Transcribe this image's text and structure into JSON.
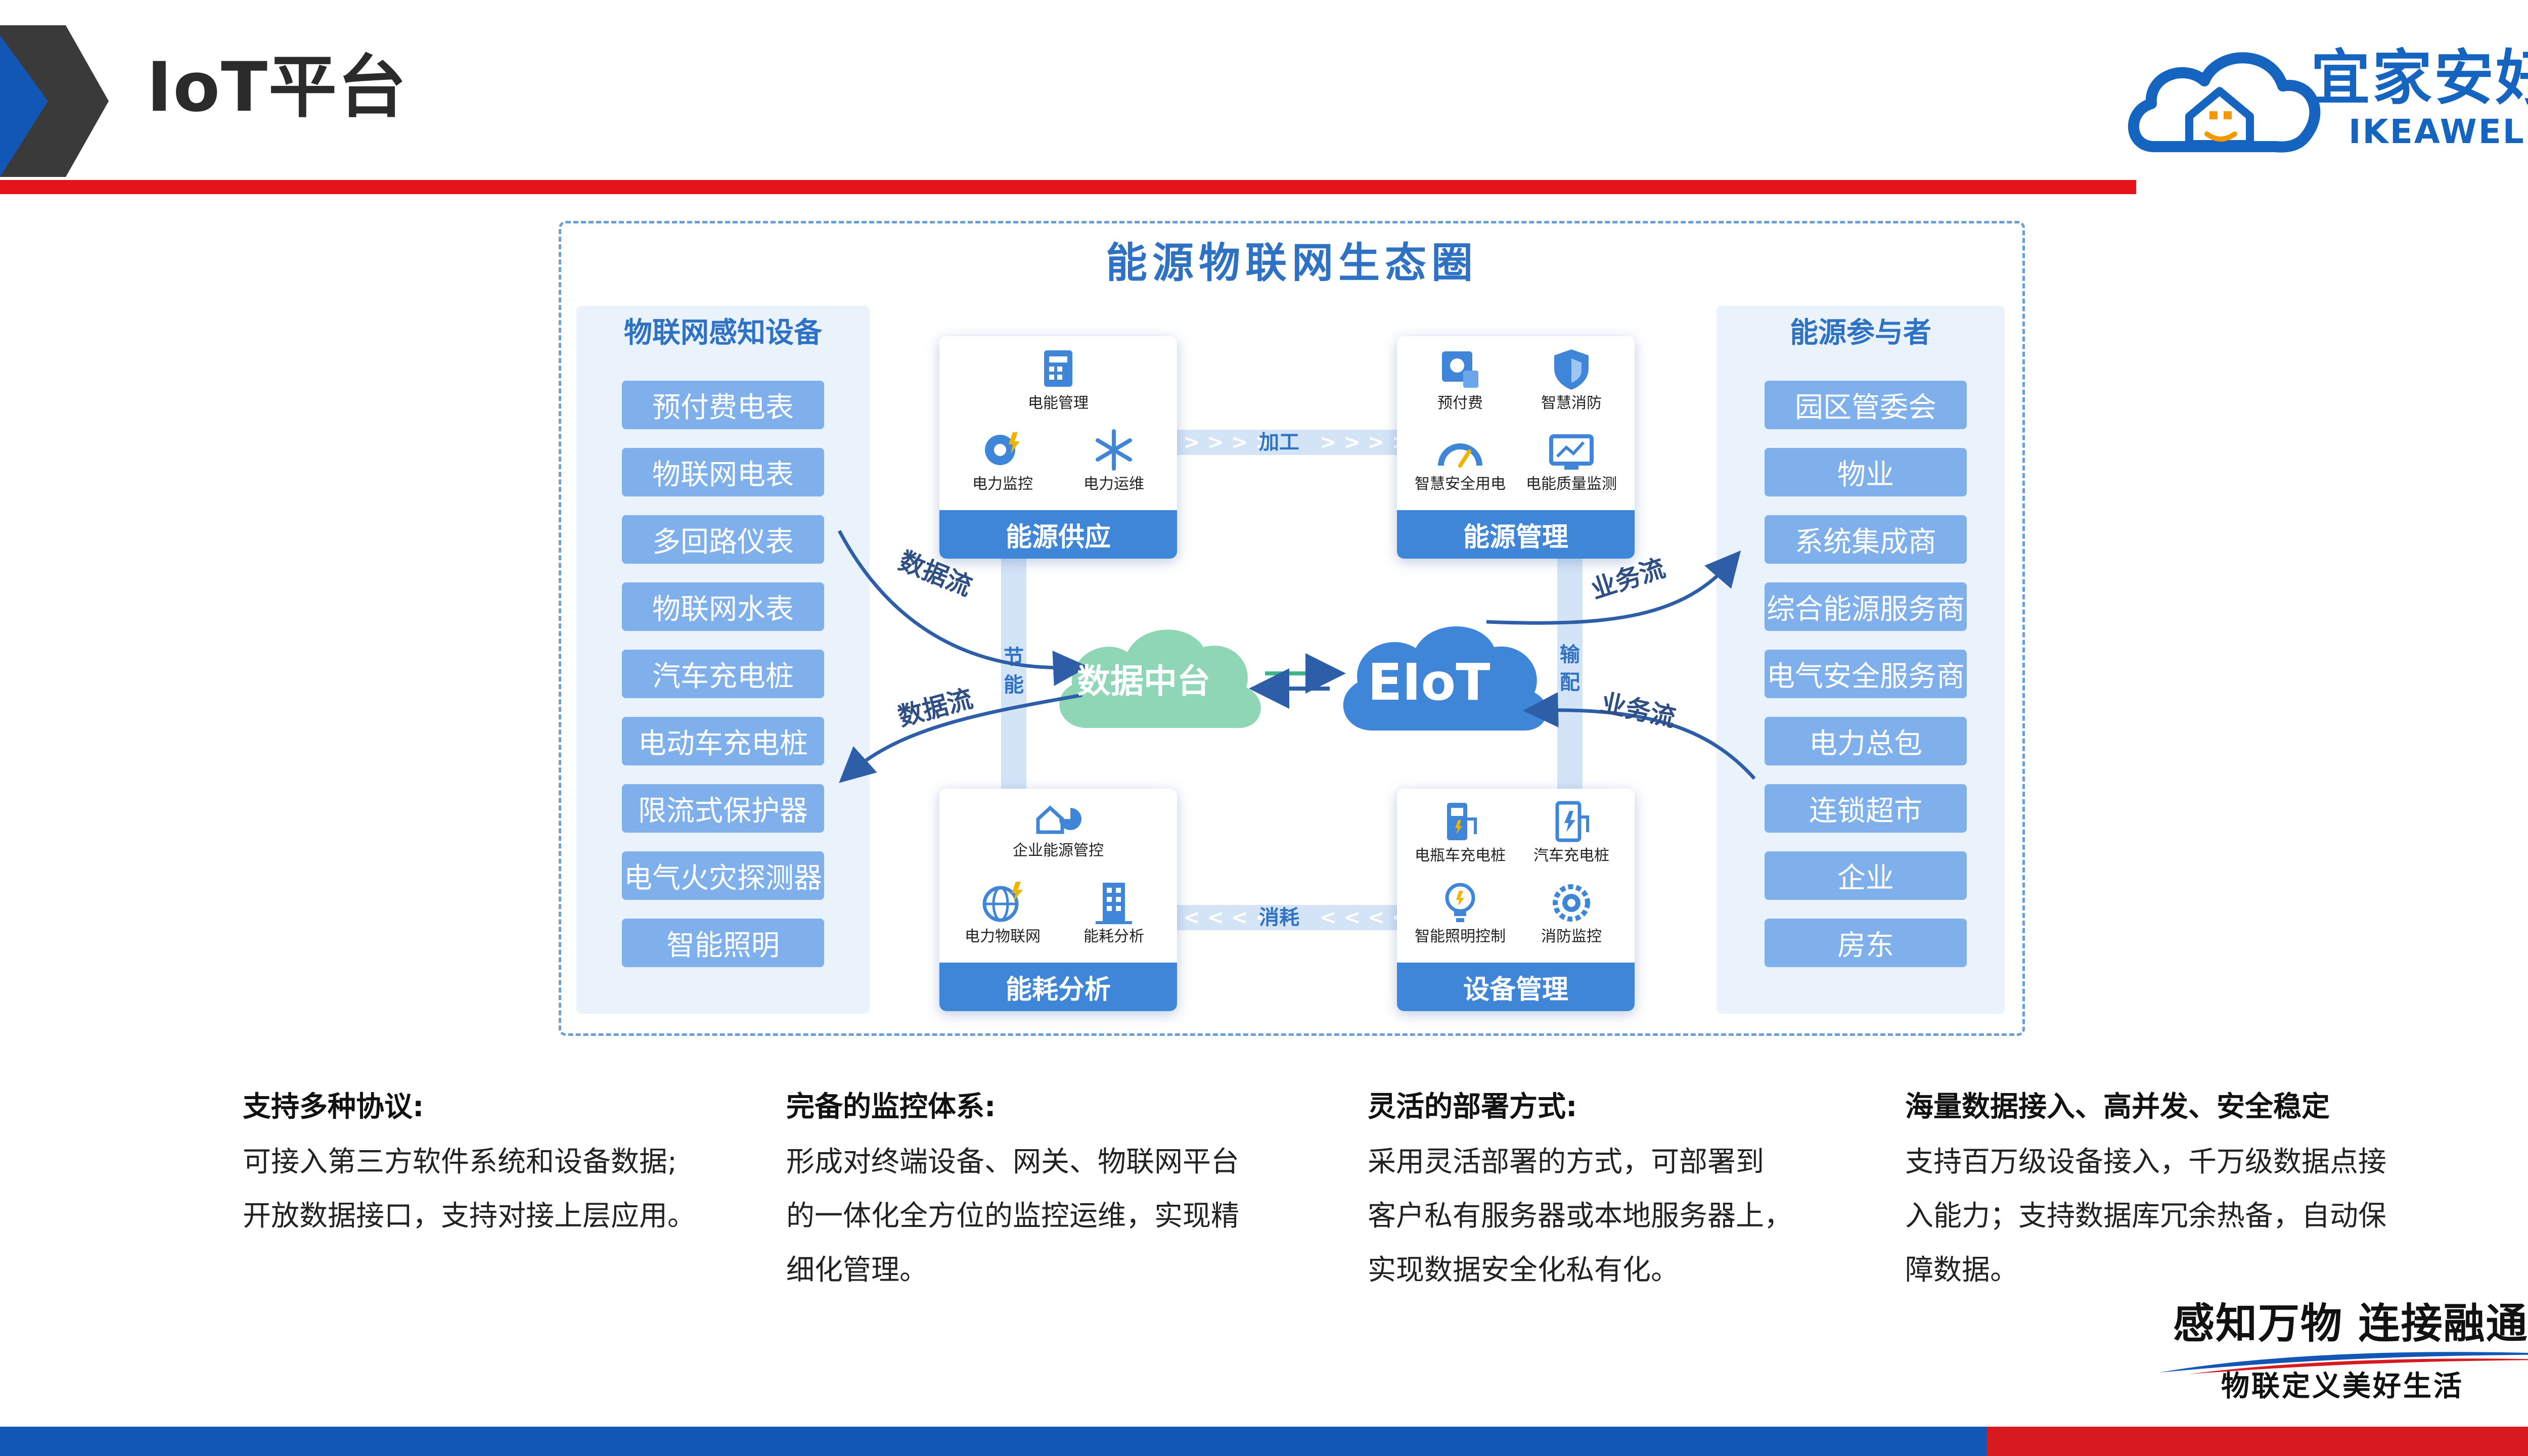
{
  "header": {
    "title": "IoT平台",
    "brand_cn": "宜家安好",
    "brand_en": "IKEAWELL"
  },
  "diagram": {
    "title": "能源物联网生态圈",
    "left_panel": {
      "title": "物联网感知设备",
      "items": [
        "预付费电表",
        "物联网电表",
        "多回路仪表",
        "物联网水表",
        "汽车充电桩",
        "电动车充电桩",
        "限流式保护器",
        "电气火灾探测器",
        "智能照明"
      ]
    },
    "right_panel": {
      "title": "能源参与者",
      "items": [
        "园区管委会",
        "物业",
        "系统集成商",
        "综合能源服务商",
        "电气安全服务商",
        "电力总包",
        "连锁超市",
        "企业",
        "房东"
      ]
    },
    "cards": {
      "supply": {
        "title": "能源供应",
        "items": [
          "电能管理",
          "电力监控",
          "电力运维"
        ]
      },
      "management": {
        "title": "能源管理",
        "items": [
          "预付费",
          "智慧消防",
          "智慧安全用电",
          "电能质量监测"
        ]
      },
      "analysis": {
        "title": "能耗分析",
        "items": [
          "企业能源管控",
          "电力物联网",
          "能耗分析"
        ]
      },
      "device": {
        "title": "设备管理",
        "items": [
          "电瓶车充电桩",
          "汽车充电桩",
          "智能照明控制",
          "消防监控"
        ]
      }
    },
    "bands": {
      "top": "加工",
      "bottom": "消耗",
      "left": [
        "节",
        "能"
      ],
      "right": [
        "输",
        "配"
      ]
    },
    "center": {
      "data_hub": "数据中台",
      "eiot": "EIoT"
    },
    "flows": {
      "data_in": "数据流",
      "data_out": "数据流",
      "business_out": "业务流",
      "business_in": "业务流"
    }
  },
  "features": [
    {
      "title": "支持多种协议:",
      "lines": [
        "可接入第三方软件系统和设备数据;",
        "开放数据接口，支持对接上层应用。"
      ]
    },
    {
      "title": "完备的监控体系:",
      "lines": [
        "形成对终端设备、网关、物联网平台",
        "的一体化全方位的监控运维，实现精",
        "细化管理。"
      ]
    },
    {
      "title": "灵活的部署方式:",
      "lines": [
        "采用灵活部署的方式，可部署到",
        "客户私有服务器或本地服务器上，",
        "实现数据安全化私有化。"
      ]
    },
    {
      "title": "海量数据接入、高并发、安全稳定",
      "lines": [
        "支持百万级设备接入，千万级数据点接",
        "入能力；支持数据库冗余热备，自动保",
        "障数据。"
      ]
    }
  ],
  "slogan": {
    "main": "感知万物  连接融通",
    "sub": "物联定义美好生活"
  },
  "colors": {
    "accent_blue": "#1565c0",
    "diagram_blue": "#2f72c4",
    "pill_blue": "#7fb0ec",
    "header_red": "#e5141b",
    "cloud_green": "#8fd6b6"
  }
}
